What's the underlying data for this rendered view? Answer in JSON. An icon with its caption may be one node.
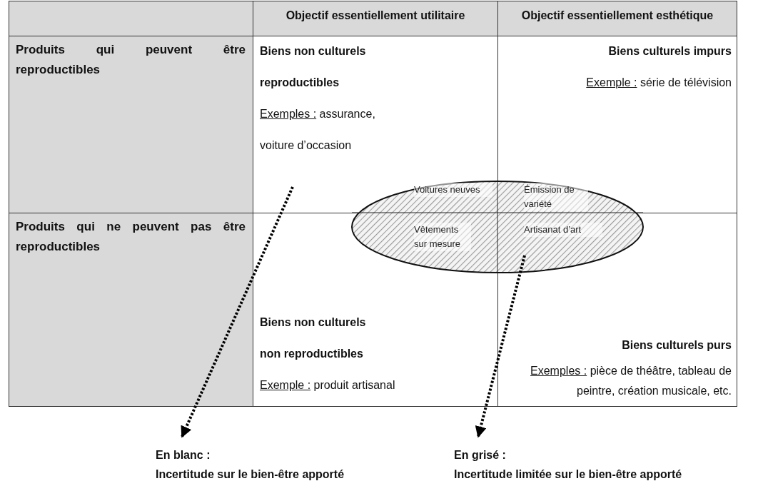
{
  "diagram": {
    "nodes": [
      {
        "text": [
          "Objectif essentiellement utilitaire"
        ]
      },
      {
        "text": [
          "Objectif essentiellement esthétique"
        ]
      },
      {
        "text": [
          "Produits qui peuvent être reproductibles"
        ]
      },
      {
        "text": [
          "Biens non culturels reproductibles",
          "Exemples :",
          "assurance, voiture d’occasion"
        ]
      },
      {
        "text": [
          "Biens culturels impurs",
          "Exemple :",
          "série de télévision"
        ]
      },
      {
        "text": [
          "Produits qui ne peuvent pas être reproductibles"
        ]
      },
      {
        "text": [
          "Biens non culturels non reproductibles",
          "Exemple :",
          "produit artisanal"
        ]
      },
      {
        "text": [
          "Biens culturels purs",
          "Exemples :",
          "pièce de théâtre, tableau de peintre, création musicale, etc."
        ]
      },
      {
        "text": [
          "Voitures neuves",
          "Émission de variété",
          "Vêtements sur mesure",
          "Artisanat d’art"
        ]
      },
      {
        "text": [
          "En blanc :",
          "Incertitude sur le bien-être apporté"
        ]
      },
      {
        "text": [
          "En grisé :",
          "Incertitude limitée sur le bien-être apporté"
        ]
      }
    ],
    "edges": [
      {
        "from": 3,
        "to": 9,
        "arrow": "to"
      },
      {
        "from": 8,
        "to": 10,
        "arrow": "to"
      }
    ]
  }
}
